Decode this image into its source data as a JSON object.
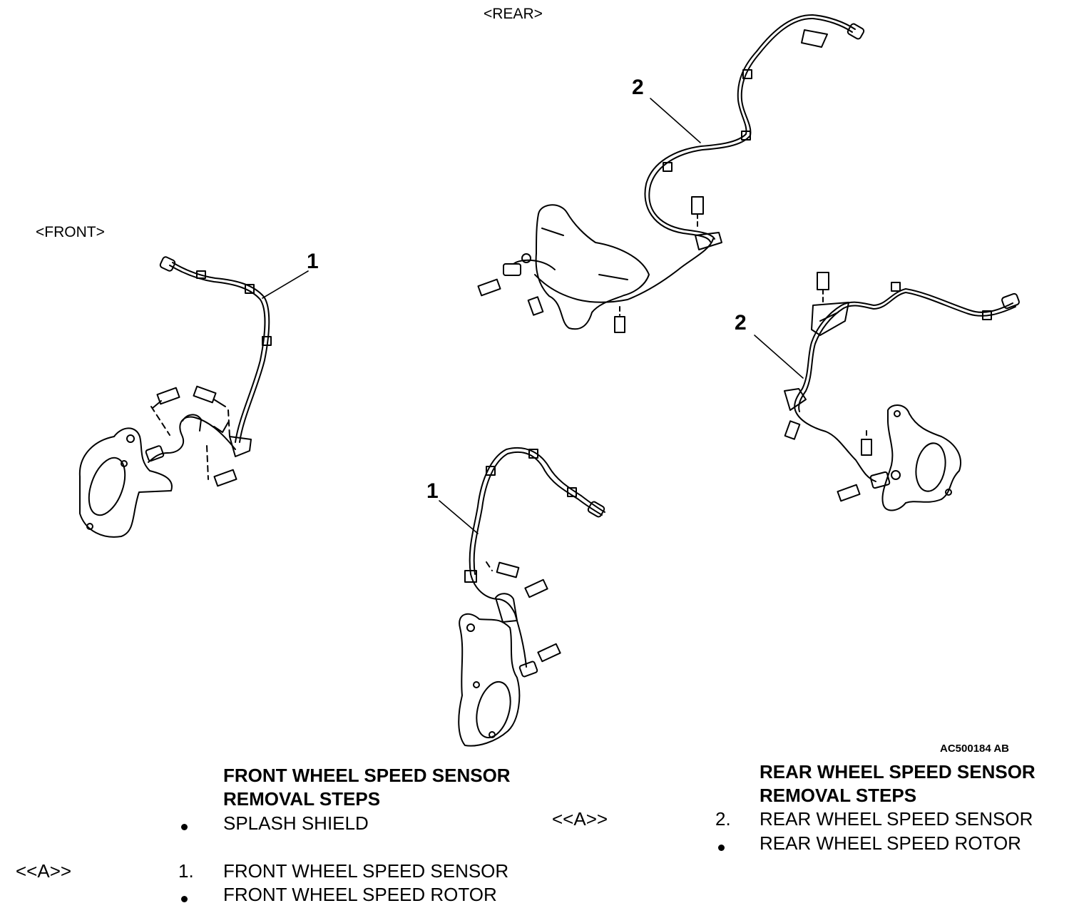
{
  "views": {
    "rear": "<REAR>",
    "front": "<FRONT>"
  },
  "callouts": {
    "front_lower": "1",
    "front_upper": "1",
    "rear_upper": "2",
    "rear_right": "2"
  },
  "figure_code": "AC500184 AB",
  "front_section": {
    "heading_line1": "FRONT WHEEL SPEED SENSOR",
    "heading_line2": "REMOVAL STEPS",
    "steps": [
      {
        "marker": "",
        "bullet": true,
        "label": "SPLASH SHIELD"
      },
      {
        "marker": "<<A>>",
        "number": "1.",
        "label": "FRONT WHEEL SPEED SENSOR"
      },
      {
        "marker": "",
        "bullet": true,
        "label": "FRONT WHEEL SPEED ROTOR"
      }
    ]
  },
  "rear_section": {
    "heading_line1": "REAR WHEEL SPEED SENSOR",
    "heading_line2": "REMOVAL STEPS",
    "steps": [
      {
        "marker": "<<A>>",
        "number": "2.",
        "label": "REAR WHEEL SPEED SENSOR"
      },
      {
        "marker": "",
        "bullet": true,
        "label": "REAR WHEEL SPEED ROTOR"
      }
    ]
  }
}
